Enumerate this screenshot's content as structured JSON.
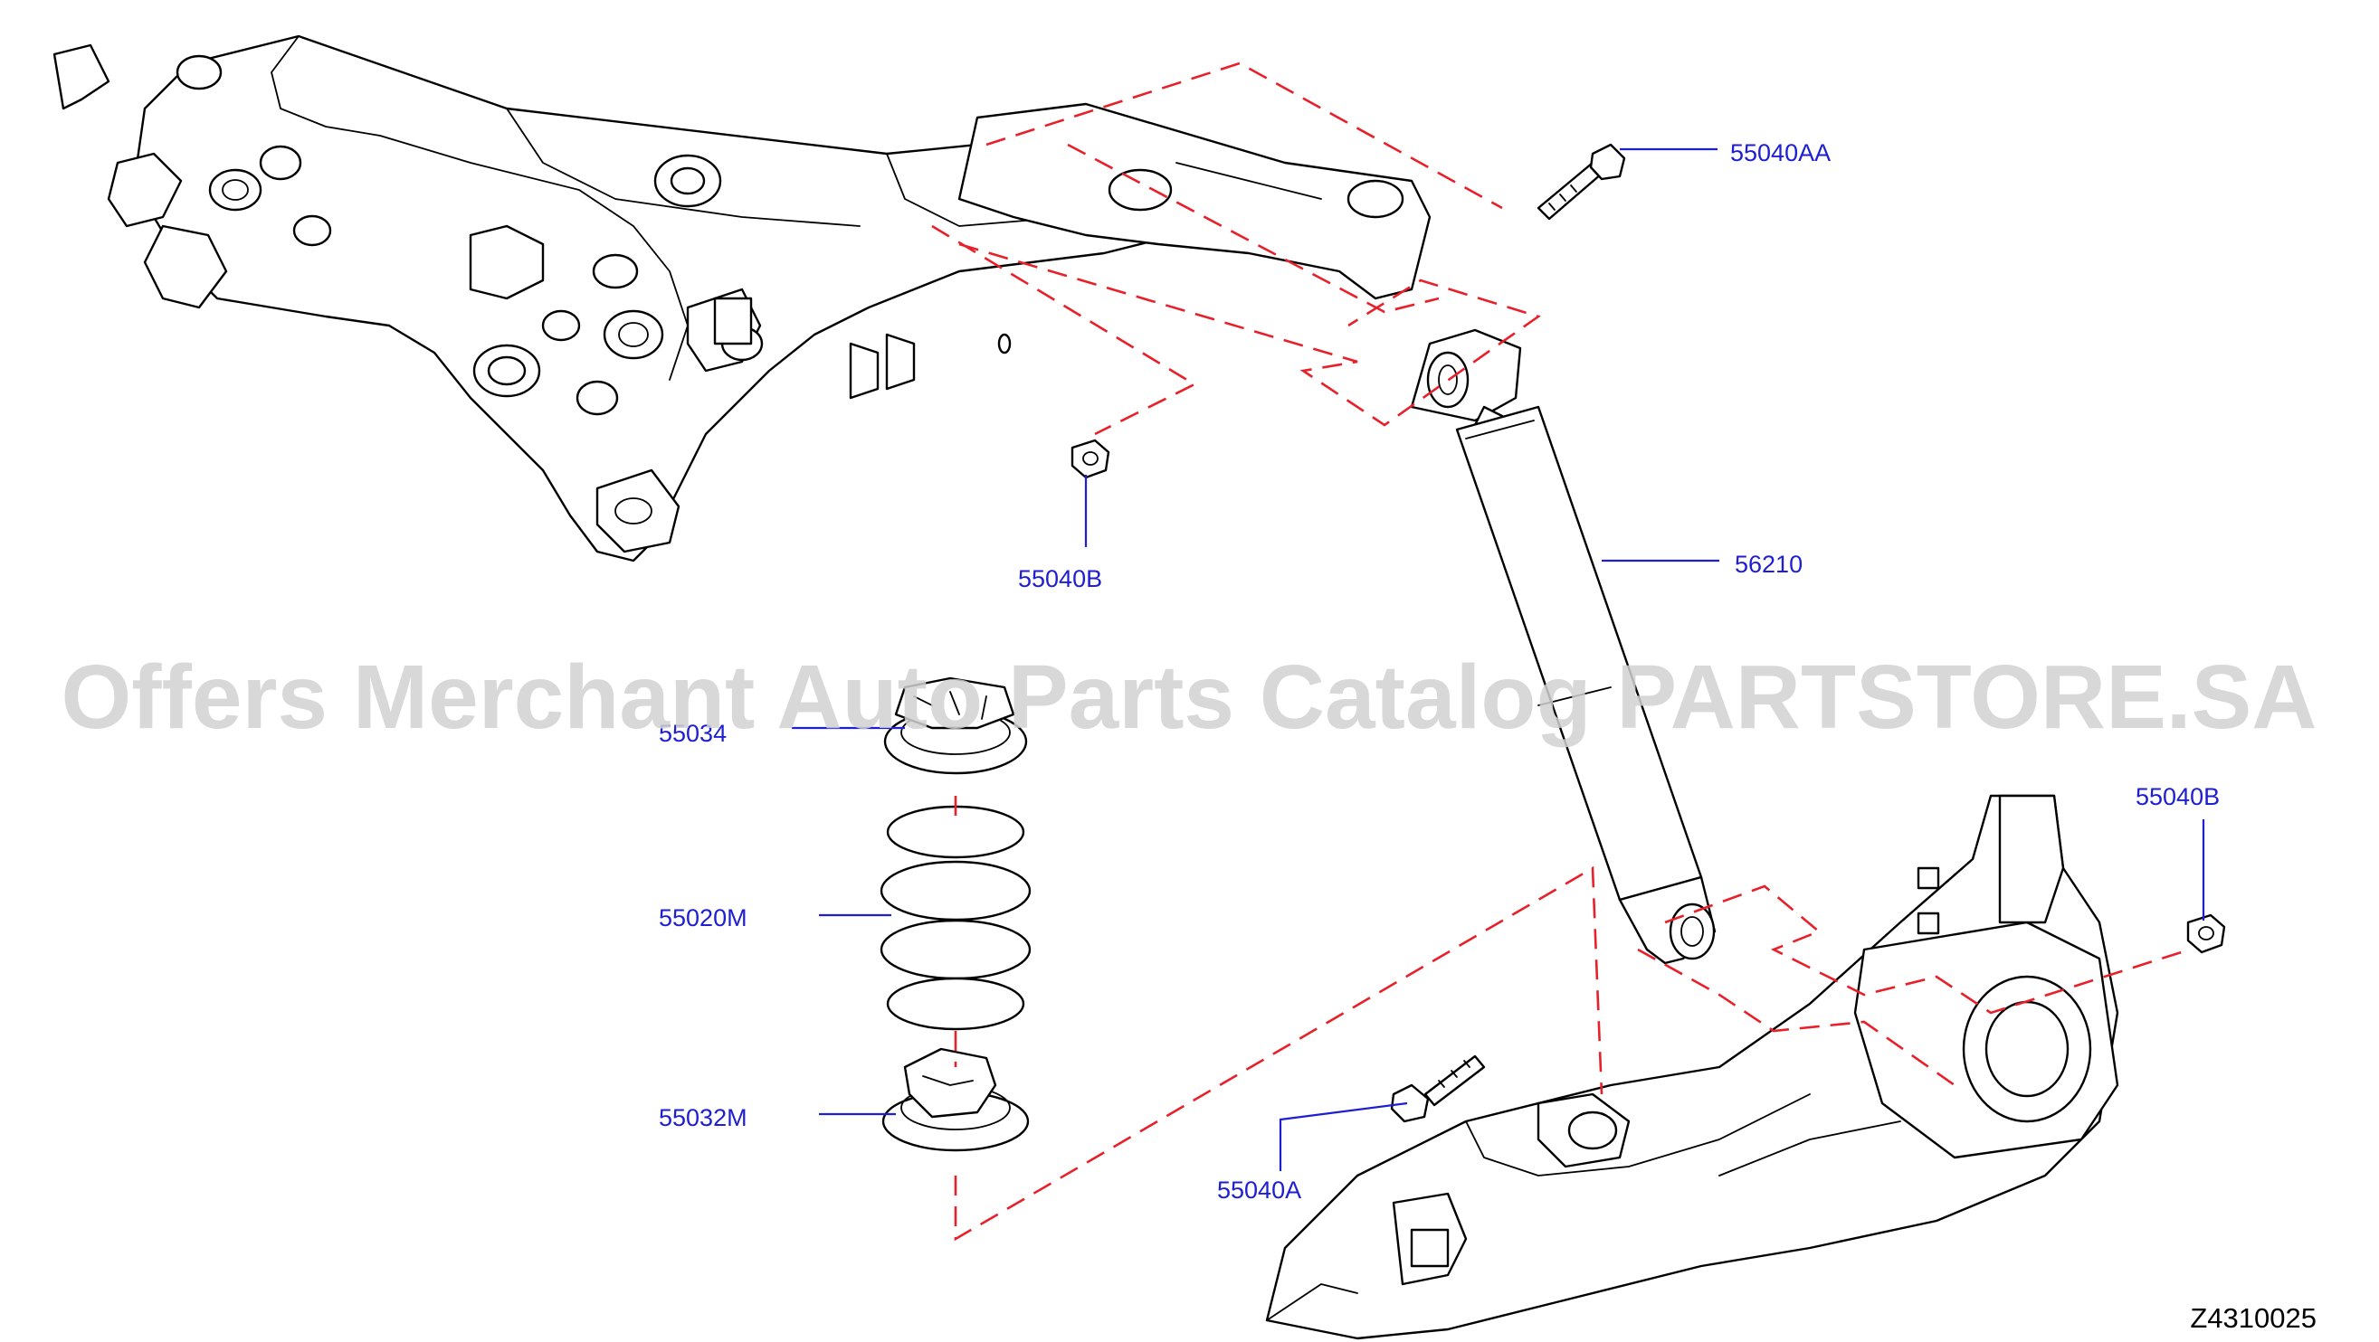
{
  "watermark": "Offers Merchant Auto Parts Catalog PARTSTORE.SA",
  "diagram_code": "Z4310025",
  "callouts": {
    "bolt_upper": "55040AA",
    "nut_upper": "55040B",
    "shock_absorber": "56210",
    "spring_seat_upper": "55034",
    "coil_spring": "55020M",
    "spring_seat_lower": "55032M",
    "nut_lower": "55040B",
    "bolt_lower": "55040A"
  },
  "colors": {
    "label": "#1e1ed2",
    "dashed_guide": "#e8202a",
    "outline": "#000000",
    "watermark": "#d2d2d2"
  }
}
